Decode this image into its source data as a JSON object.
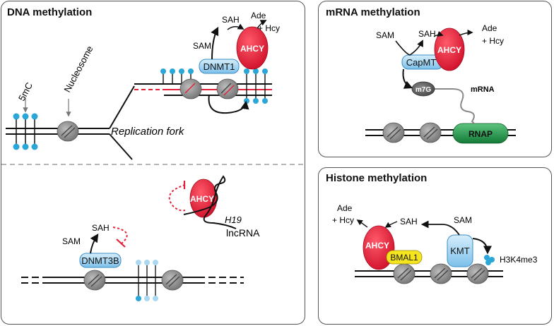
{
  "panels": {
    "dna": {
      "title": "DNA methylation",
      "labels": {
        "five_mc": "5mC",
        "nucleosome": "Nucleosome",
        "replication_fork": "Replication fork",
        "dnmt1": "DNMT1",
        "ahcy": "AHCY",
        "sam": "SAM",
        "sah": "SAH",
        "ade": "Ade",
        "hcy": "+ Hcy",
        "dnmt3b": "DNMT3B",
        "sam2": "SAM",
        "sah2": "SAH",
        "ahcy2": "AHCY",
        "h19": "H19",
        "lncrna": "lncRNA"
      }
    },
    "mrna": {
      "title": "mRNA methylation",
      "labels": {
        "sam": "SAM",
        "sah": "SAH",
        "ade": "Ade",
        "hcy": "+ Hcy",
        "capmt": "CapMT",
        "ahcy": "AHCY",
        "m7g": "m7G",
        "mrna": "mRNA",
        "rnap": "RNAP"
      }
    },
    "histone": {
      "title": "Histone methylation",
      "labels": {
        "ade": "Ade",
        "hcy": "+ Hcy",
        "sah": "SAH",
        "sam": "SAM",
        "ahcy": "AHCY",
        "bmal1": "BMAL1",
        "kmt": "KMT",
        "h3k4me3": "H3K4me3"
      }
    }
  },
  "colors": {
    "ahcy_red": "#e31f38",
    "enzyme_blue": "#9fd2f0",
    "methyl_dot": "#2aa7d8",
    "methyl_dot_light": "#a9d8ef",
    "nucleosome_gray": "#8a8a8a",
    "rnap_green": "#1f9a4a",
    "bmal1_yellow": "#f4e51f",
    "inhibit_red": "#e31f38",
    "fork_red": "#e31f38"
  }
}
